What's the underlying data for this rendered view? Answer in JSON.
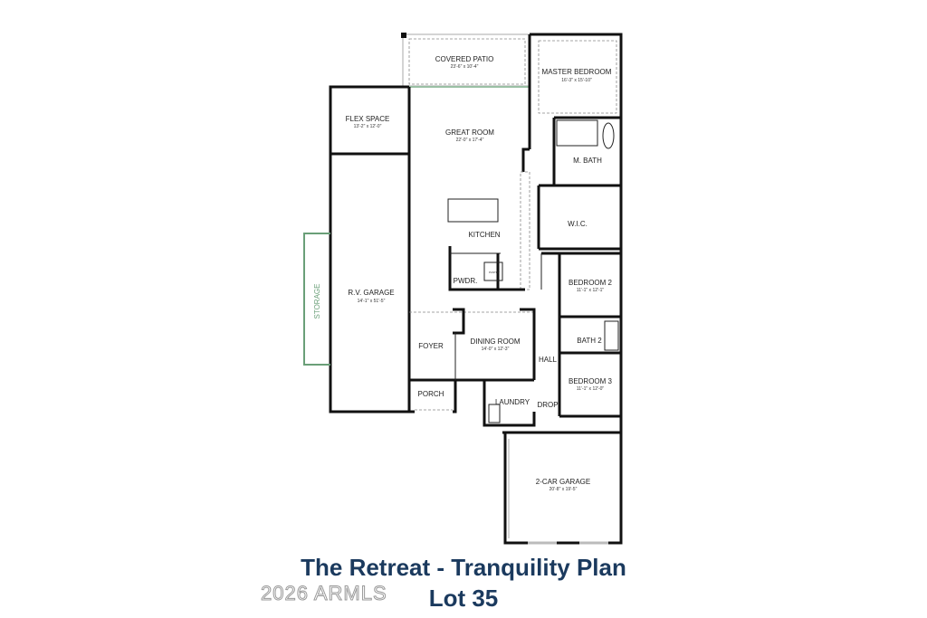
{
  "rooms": {
    "covered_patio": {
      "name": "COVERED PATIO",
      "dim": "23'-6\" x 10'-4\""
    },
    "master_bedroom": {
      "name": "MASTER BEDROOM",
      "dim": "16'-3\" x 15'-10\""
    },
    "flex_space": {
      "name": "FLEX SPACE",
      "dim": "13'-2\" x 12'-0\""
    },
    "great_room": {
      "name": "GREAT ROOM",
      "dim": "22'-0\" x 17'-4\""
    },
    "m_bath": {
      "name": "M. BATH"
    },
    "wic": {
      "name": "W.I.C."
    },
    "kitchen": {
      "name": "KITCHEN"
    },
    "rv_garage": {
      "name": "R.V. GARAGE",
      "dim": "14'-1\" x 51'-5\""
    },
    "storage": {
      "name": "STORAGE"
    },
    "pwdr": {
      "name": "PWDR."
    },
    "pantry": {
      "name": "PANTRY"
    },
    "bedroom2": {
      "name": "BEDROOM 2",
      "dim": "11'-1\" x 12'-1\""
    },
    "bath2": {
      "name": "BATH 2"
    },
    "foyer": {
      "name": "FOYER"
    },
    "dining_room": {
      "name": "DINING ROOM",
      "dim": "14'-0\" x 12'-3\""
    },
    "hall": {
      "name": "HALL"
    },
    "bedroom3": {
      "name": "BEDROOM 3",
      "dim": "11'-1\" x 12'-0\""
    },
    "porch": {
      "name": "PORCH"
    },
    "laundry": {
      "name": "LAUNDRY"
    },
    "drop": {
      "name": "DROP"
    },
    "garage": {
      "name": "2-CAR GARAGE",
      "dim": "20'-8\" x 19'-5\""
    }
  },
  "title": "The Retreat - Tranquility Plan",
  "subtitle": "Lot 35",
  "watermark": "2026 ARMLS"
}
